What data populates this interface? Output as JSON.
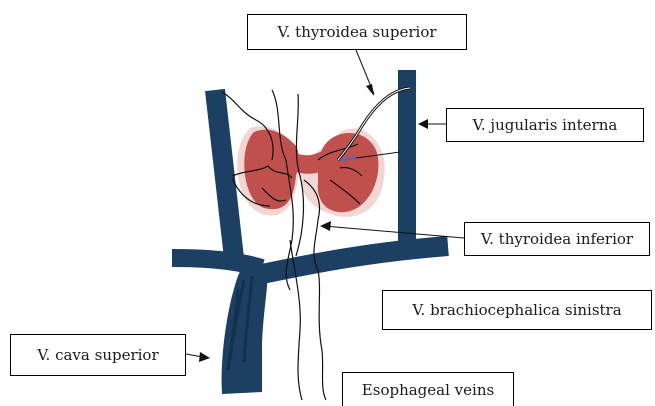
{
  "labels": {
    "thyroidea_superior": "V. thyroidea superior",
    "jugularis_interna": "V. jugularis interna",
    "thyroidea_inferior": "V. thyroidea inferior",
    "brachiocephalica_sinistra": "V. brachiocephalica sinistra",
    "cava_superior": "V. cava superior",
    "esophageal_veins": "Esophageal veins"
  },
  "colors": {
    "vein": "#1d3f63",
    "vein_dark": "#13304f",
    "thyroid": "#c0504d",
    "thyroid_halo": "#f1d6d4",
    "small_vessel": "#111111"
  }
}
